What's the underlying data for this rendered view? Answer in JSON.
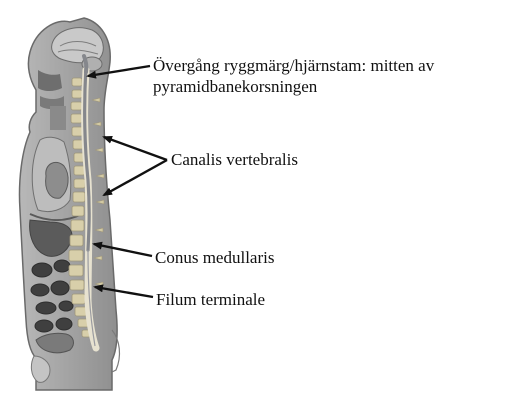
{
  "labels": {
    "transition": {
      "line1": "Övergång ryggmärg/hjärnstam: mitten av",
      "line2": "pyramidbanekorsningen"
    },
    "canalis": "Canalis vertebralis",
    "conus": "Conus medullaris",
    "filum": "Filum terminale"
  },
  "colors": {
    "body_gray": "#9a9a9a",
    "dark_gray": "#4a4a4a",
    "vertebra": "#d8cfaa",
    "cord": "#8a8c90",
    "arrow": "#111111"
  }
}
